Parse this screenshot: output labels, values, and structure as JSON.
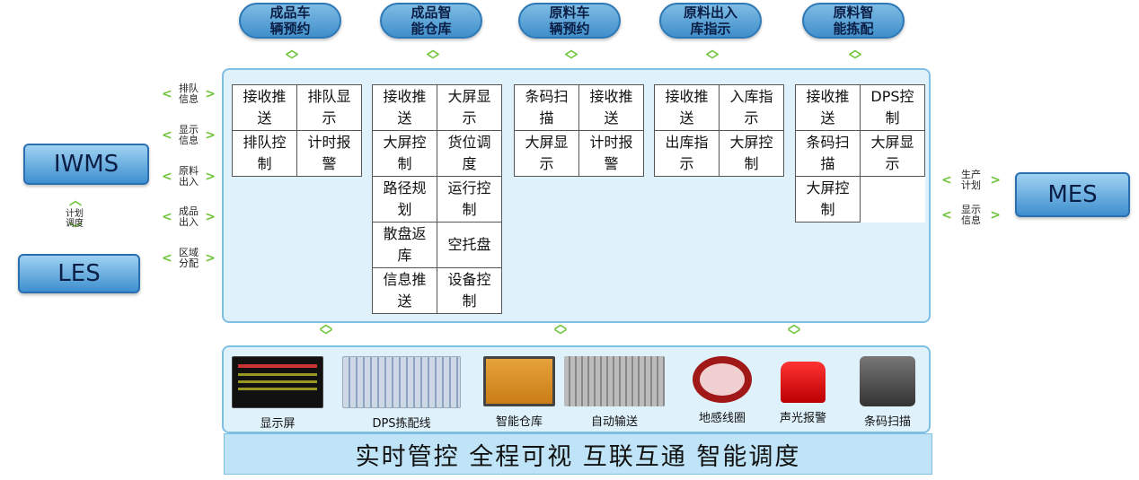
{
  "top_modules": [
    {
      "line1": "成品车",
      "line2": "辆预约"
    },
    {
      "line1": "成品智",
      "line2": "能仓库"
    },
    {
      "line1": "原料车",
      "line2": "辆预约"
    },
    {
      "line1": "原料出入",
      "line2": "库指示"
    },
    {
      "line1": "原料智",
      "line2": "能拣配"
    }
  ],
  "groups": [
    {
      "cells": [
        "接收推送",
        "排队显示",
        "排队控制",
        "计时报警"
      ]
    },
    {
      "cells": [
        "接收推送",
        "大屏显示",
        "大屏控制",
        "货位调度",
        "路径规划",
        "运行控制",
        "散盘返库",
        "空托盘",
        "信息推送",
        "设备控制"
      ]
    },
    {
      "cells": [
        "条码扫描",
        "接收推送",
        "大屏显示",
        "计时报警"
      ]
    },
    {
      "cells": [
        "接收推送",
        "入库指示",
        "出库指示",
        "大屏控制"
      ]
    },
    {
      "cells": [
        "接收推送",
        "DPS控制",
        "条码扫描",
        "大屏显示",
        "大屏控制"
      ]
    }
  ],
  "left_labels": [
    {
      "l1": "排队",
      "l2": "信息"
    },
    {
      "l1": "显示",
      "l2": "信息"
    },
    {
      "l1": "原料",
      "l2": "出入"
    },
    {
      "l1": "成品",
      "l2": "出入"
    },
    {
      "l1": "区域",
      "l2": "分配"
    }
  ],
  "right_labels": [
    {
      "l1": "生产",
      "l2": "计划"
    },
    {
      "l1": "显示",
      "l2": "信息"
    }
  ],
  "systems": {
    "iwms": "IWMS",
    "les": "LES",
    "mes": "MES",
    "iwms_les_label1": "计划",
    "iwms_les_label2": "调度"
  },
  "devices": [
    {
      "name": "显示屏",
      "icon": "display-screen-icon"
    },
    {
      "name": "DPS拣配线",
      "icon": "dps-line-icon"
    },
    {
      "name": "智能仓库",
      "icon": "smart-warehouse-icon"
    },
    {
      "name": "自动输送",
      "icon": "conveyor-icon"
    },
    {
      "name": "地感线圈",
      "icon": "coil-icon"
    },
    {
      "name": "声光报警",
      "icon": "alarm-light-icon"
    },
    {
      "name": "条码扫描",
      "icon": "barcode-scanner-icon"
    }
  ],
  "bottom_slogan": "实时管控 全程可视 互联互通 智能调度",
  "colors": {
    "accent": "#6ec43a",
    "panel": "#dff1fb",
    "pill": "#4a98d0"
  }
}
